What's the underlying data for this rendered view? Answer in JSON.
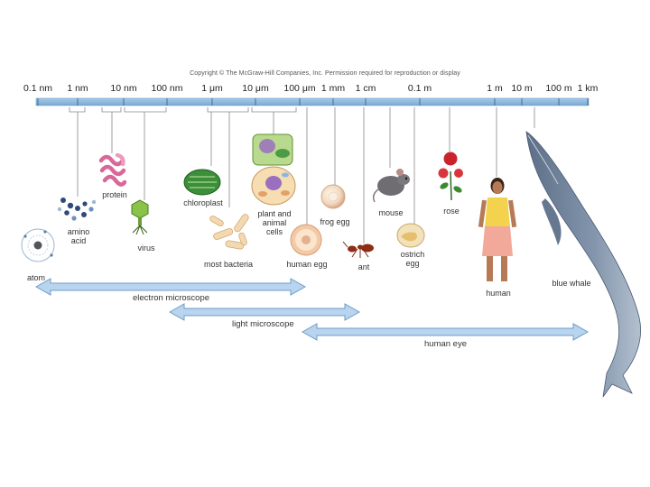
{
  "copyright": "Copyright © The McGraw-Hill Companies, Inc. Permission required for reproduction or display",
  "scale": [
    {
      "id": "01nm",
      "label": "0.1 nm"
    },
    {
      "id": "1nm",
      "label": "1 nm"
    },
    {
      "id": "10nm",
      "label": "10 nm"
    },
    {
      "id": "100nm",
      "label": "100 nm"
    },
    {
      "id": "1um",
      "label": "1 μm"
    },
    {
      "id": "10um",
      "label": "10 μm"
    },
    {
      "id": "100um",
      "label": "100 μm"
    },
    {
      "id": "1mm",
      "label": "1 mm"
    },
    {
      "id": "1cm",
      "label": "1 cm"
    },
    {
      "id": "01m",
      "label": "0.1 m"
    },
    {
      "id": "1m",
      "label": "1 m"
    },
    {
      "id": "10m",
      "label": "10 m"
    },
    {
      "id": "100m",
      "label": "100 m"
    },
    {
      "id": "1km",
      "label": "1 km"
    }
  ],
  "objects": {
    "atom": "atom",
    "amino_acid": "amino\nacid",
    "protein": "protein",
    "virus": "virus",
    "chloroplast": "chloroplast",
    "most_bacteria": "most bacteria",
    "plant_animal_cells": "plant and\nanimal\ncells",
    "human_egg": "human egg",
    "frog_egg": "frog egg",
    "ant": "ant",
    "mouse": "mouse",
    "ostrich_egg": "ostrich\negg",
    "rose": "rose",
    "human": "human",
    "blue_whale": "blue whale"
  },
  "ranges": {
    "electron_microscope": "electron microscope",
    "light_microscope": "light microscope",
    "human_eye": "human eye"
  },
  "colors": {
    "scale_bar": "#8db8dc",
    "arrow_fill": "#b8d4ee",
    "arrow_stroke": "#6f9cc8",
    "whale": "#7d8fa8"
  }
}
